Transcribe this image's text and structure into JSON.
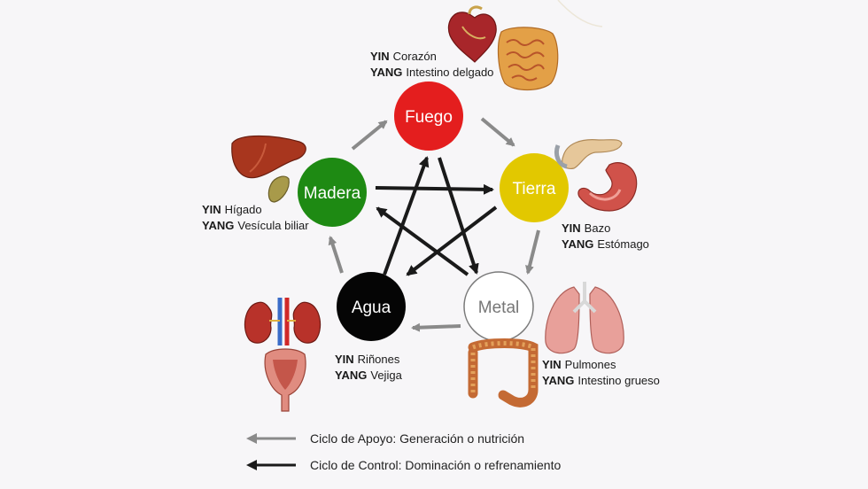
{
  "elements": {
    "fuego": {
      "name": "Fuego",
      "fill": "#e41e1e",
      "text_color": "#ffffff"
    },
    "tierra": {
      "name": "Tierra",
      "fill": "#e2c800",
      "text_color": "#ffffff"
    },
    "metal": {
      "name": "Metal",
      "fill": "#ffffff",
      "text_color": "#777777"
    },
    "agua": {
      "name": "Agua",
      "fill": "#050505",
      "text_color": "#ffffff"
    },
    "madera": {
      "name": "Madera",
      "fill": "#1e8a13",
      "text_color": "#ffffff"
    }
  },
  "organs": {
    "fuego": {
      "yin_label": "YIN",
      "yin": "Corazón",
      "yang_label": "YANG",
      "yang": "Intestino delgado"
    },
    "tierra": {
      "yin_label": "YIN",
      "yin": "Bazo",
      "yang_label": "YANG",
      "yang": "Estómago"
    },
    "metal": {
      "yin_label": "YIN",
      "yin": "Pulmones",
      "yang_label": "YANG",
      "yang": "Intestino grueso"
    },
    "agua": {
      "yin_label": "YIN",
      "yin": "Riñones",
      "yang_label": "YANG",
      "yang": "Vejiga"
    },
    "madera": {
      "yin_label": "YIN",
      "yin": "Hígado",
      "yang_label": "YANG",
      "yang": "Vesícula biliar"
    }
  },
  "legend": {
    "support": "Ciclo de Apoyo: Generación o nutrición",
    "control": "Ciclo de Control: Dominación o refrenamiento"
  },
  "colors": {
    "support_arrow": "#8a8a8a",
    "control_arrow": "#1a1a1a",
    "organ_red": "#b8322a",
    "organ_pink": "#e8a09a"
  },
  "icons": [
    "heart-icon",
    "small-intestine-icon",
    "pancreas-icon",
    "stomach-icon",
    "lungs-icon",
    "large-intestine-icon",
    "kidneys-icon",
    "bladder-icon",
    "liver-icon",
    "gallbladder-icon"
  ]
}
